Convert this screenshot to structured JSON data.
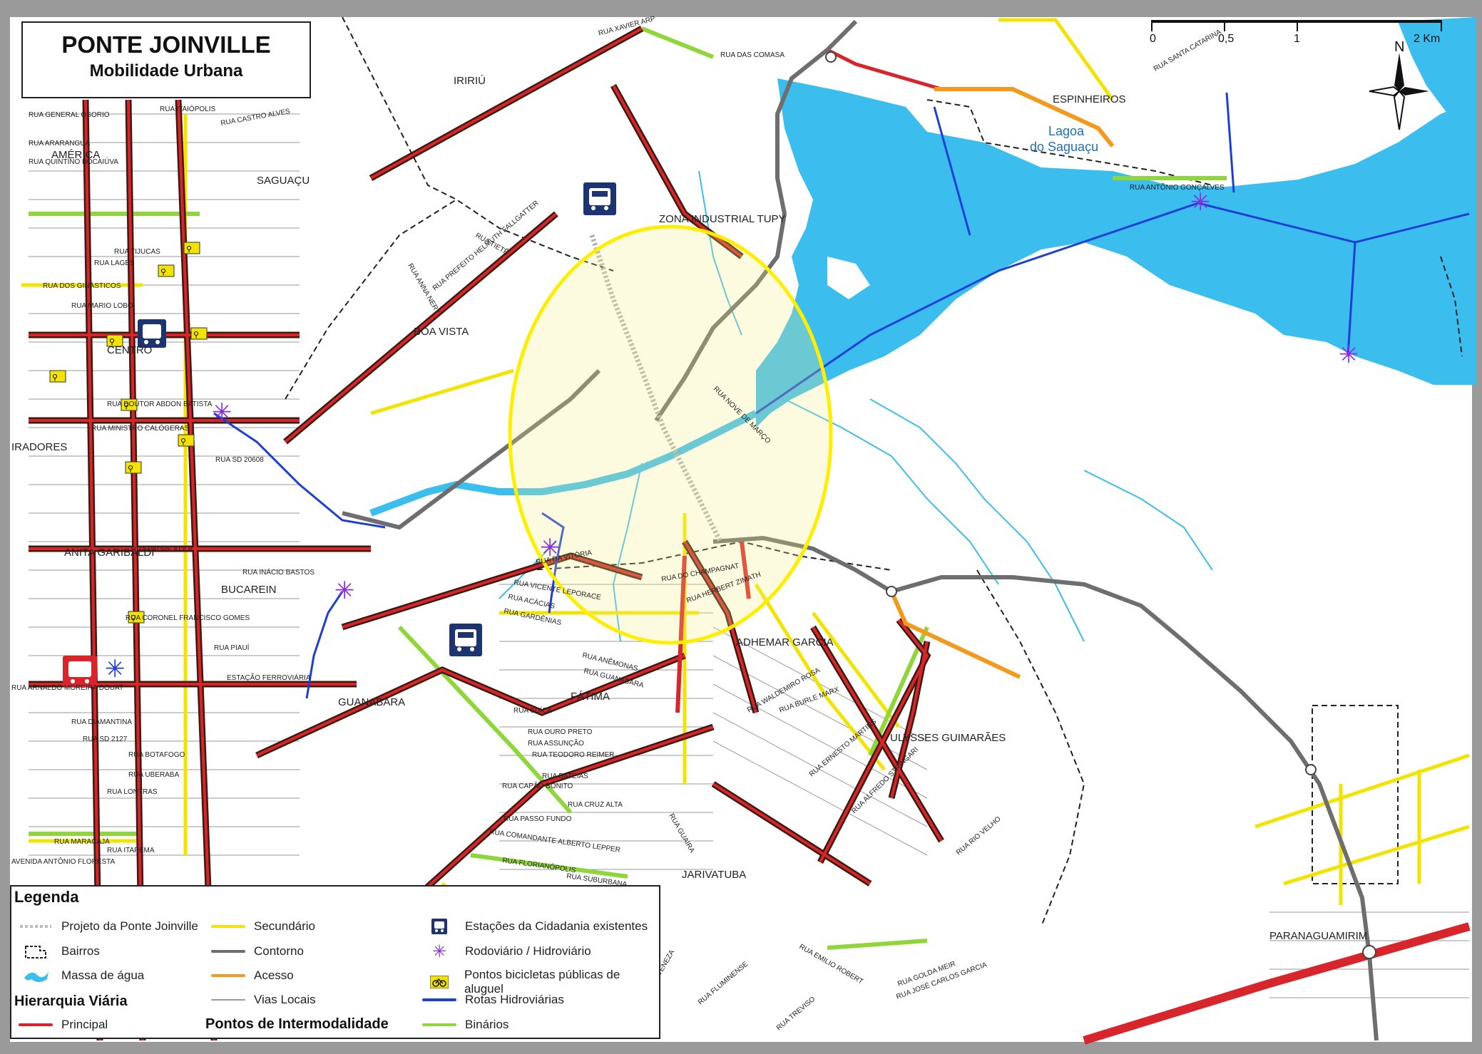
{
  "title": {
    "main": "PONTE JOINVILLE",
    "sub": "Mobilidade Urbana"
  },
  "colors": {
    "water": "#3bbdee",
    "principal": "#d8252b",
    "secundario": "#f2e300",
    "contorno": "#6e6e6e",
    "acesso": "#f39a1e",
    "binarios": "#8fd63a",
    "hidroviarias": "#1c3fd6",
    "rodoviario": "#8a2be2",
    "highlight": "#ffee00",
    "estacao": "#1c3570"
  },
  "scale": {
    "labels": [
      "0",
      "0,5",
      "1",
      "2 Km"
    ]
  },
  "north_arrow": {
    "label": "N"
  },
  "places": [
    "IRIRIÚ",
    "SAGUAÇU",
    "AMÉRICA",
    "CENTRO",
    "BOA VISTA",
    "ZONA INDUSTRIAL TUPY",
    "ESPINHEIROS",
    "BUCAREIN",
    "ANITA GARIBALDI",
    "GUANABARA",
    "FÁTIMA",
    "ADHEMAR GARCIA",
    "ULYSSES GUIMARÃES",
    "JARIVATUBA",
    "PARANAGUAMIRIM",
    "IRADORES"
  ],
  "water_labels": [
    "Lagoa",
    "do Saguaçu"
  ],
  "road_labels": [
    "RUA XAVIER ARP",
    "RUA DAS COMASA",
    "RUA GENERAL OSORIO",
    "RUA ITAIÓPOLIS",
    "RUA CASTRO ALVES",
    "RUA ARARANGUÁ",
    "RUA QUINTINO BOCAIÚVA",
    "RUA TIJUCAS",
    "RUA LAGES",
    "RUA DOS GINÁSTICOS",
    "RUA MARIO LOBO",
    "RUA TIETÊ",
    "RUA ANNA NERY",
    "RUA PADRE KOLB",
    "RUA INÁCIO BASTOS",
    "RUA DA VITÓRIA",
    "RUA VICENTE LEPORACE",
    "RUA ACÁCIAS",
    "RUA GARDÊNIAS",
    "RUA ANÊMONAS",
    "RUA GUANABARA",
    "RUA SUÍÇA",
    "RUA OURO PRETO",
    "RUA ASSUNÇÃO",
    "RUA TEODORO REIMER",
    "RUA BATEIAS",
    "RUA CAPÃO BONITO",
    "RUA CRUZ ALTA",
    "RUA PASSO FUNDO",
    "RUA COMANDANTE ALBERTO LEPPER",
    "RUA FLORIANÓPOLIS",
    "RUA SUBURBANA",
    "RUA HERBERT ZIMATH",
    "RUA DO CHAMPAGNAT",
    "RUA WALDEMIRO ROSA",
    "RUA BURLE MARX",
    "RUA ERNESTO MARTINS",
    "RUA ALFREDO STRINGARI",
    "RUA RIO VELHO",
    "RUA EMILIO ROBERT",
    "RUA GOLDA MEIR",
    "RUA JOSÉ CARLOS GARCIA",
    "RUA TREVISO",
    "RUA FLUMINENSE",
    "RUA VENEZA",
    "RUA DIAMANTINA",
    "RUA SD 2127",
    "RUA BOTAFOGO",
    "RUA UBERABA",
    "RUA LONTRAS",
    "RUA MARACAJÁ",
    "RUA ITAPEMA",
    "AVENIDA ANTÔNIO FLORESTA",
    "RUA ARNALDO MOREIRA DOUAT",
    "RUA CORONEL FRANCISCO GOMES",
    "RUA PIAUÍ",
    "ESTAÇÃO FERROVIÁRIA",
    "RUA DOUTOR ABDON BATISTA",
    "RUA MINISTRO CALÓGERAS",
    "RUA SD 20608",
    "RUA ANTÔNIO GONÇALVES",
    "RUA SANTA CATARINA",
    "RUA NOVE DE MARÇO",
    "RUA PREFEITO HELMUTH FALLGATTER",
    "RUA GUAIRA"
  ],
  "legend": {
    "title": "Legenda",
    "hierarchy_title": "Hierarquia Viária",
    "intermodal_title": "Pontos de Intermodalidade",
    "items": {
      "projeto": "Projeto da Ponte Joinville",
      "bairros": "Bairros",
      "agua": "Massa de água",
      "principal": "Principal",
      "secundario": "Secundário",
      "contorno": "Contorno",
      "acesso": "Acesso",
      "vias": "Vias Locais",
      "binarios": "Binários",
      "estacoes": "Estações da Cidadania existentes",
      "rodoviario": "Rodoviário / Hidroviário",
      "bicicletas": "Pontos bicicletas públicas de aluguel",
      "hidroviarias": "Rotas Hidroviárias"
    }
  }
}
